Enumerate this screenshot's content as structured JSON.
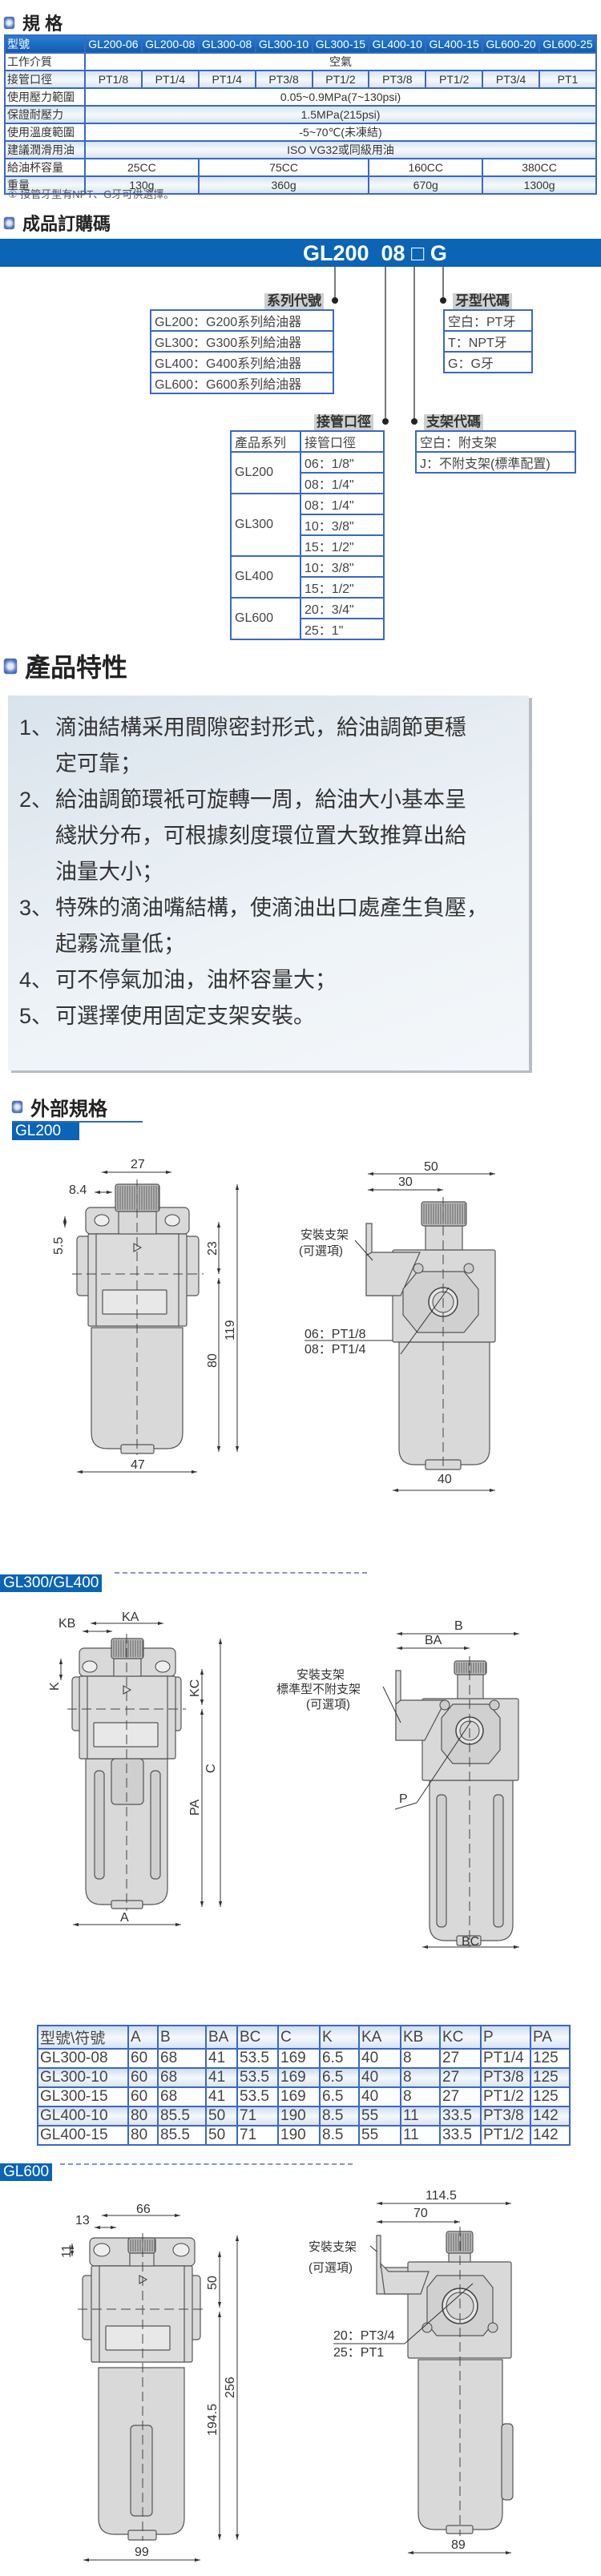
{
  "spec": {
    "title": "規 格",
    "header": [
      "型號",
      "GL200-06",
      "GL200-08",
      "GL300-08",
      "GL300-10",
      "GL300-15",
      "GL400-10",
      "GL400-15",
      "GL600-20",
      "GL600-25"
    ],
    "rows": [
      {
        "label": "工作介質",
        "cells": [
          {
            "text": "空氣",
            "span": 9
          }
        ]
      },
      {
        "label": "接管口徑",
        "cells": [
          {
            "text": "PT1/8",
            "span": 1
          },
          {
            "text": "PT1/4",
            "span": 1
          },
          {
            "text": "PT1/4",
            "span": 1
          },
          {
            "text": "PT3/8",
            "span": 1
          },
          {
            "text": "PT1/2",
            "span": 1
          },
          {
            "text": "PT3/8",
            "span": 1
          },
          {
            "text": "PT1/2",
            "span": 1
          },
          {
            "text": "PT3/4",
            "span": 1
          },
          {
            "text": "PT1",
            "span": 1
          }
        ]
      },
      {
        "label": "使用壓力範圍",
        "cells": [
          {
            "text": "0.05~0.9MPa(7~130psi)",
            "span": 9
          }
        ]
      },
      {
        "label": "保證耐壓力",
        "cells": [
          {
            "text": "1.5MPa(215psi)",
            "span": 9
          }
        ]
      },
      {
        "label": "使用溫度範圍",
        "cells": [
          {
            "text": "-5~70℃(未凍結)",
            "span": 9
          }
        ]
      },
      {
        "label": "建議潤滑用油",
        "cells": [
          {
            "text": "ISO VG32或同級用油",
            "span": 9
          }
        ]
      },
      {
        "label": "給油杯容量",
        "cells": [
          {
            "text": "25CC",
            "span": 2
          },
          {
            "text": "75CC",
            "span": 3
          },
          {
            "text": "160CC",
            "span": 2
          },
          {
            "text": "380CC",
            "span": 2
          }
        ]
      },
      {
        "label": "重量",
        "cells": [
          {
            "text": "130g",
            "span": 2
          },
          {
            "text": "360g",
            "span": 3
          },
          {
            "text": "670g",
            "span": 2
          },
          {
            "text": "1300g",
            "span": 2
          }
        ]
      }
    ],
    "footnote": "① 接管牙型有NPT、G牙可供選擇。"
  },
  "order": {
    "title": "成品訂購碼",
    "code": "GL200  08 □ G",
    "series": {
      "label": "系列代號",
      "items": [
        "GL200：G200系列給油器",
        "GL300：G300系列給油器",
        "GL400：G400系列給油器",
        "GL600：G600系列給油器"
      ]
    },
    "thread": {
      "label": "牙型代碼",
      "items": [
        "空白：PT牙",
        "T：NPT牙",
        "G：G牙"
      ]
    },
    "port": {
      "label": "接管口徑",
      "headers": [
        "產品系列",
        "接管口徑"
      ],
      "groups": [
        {
          "series": "GL200",
          "sizes": [
            "06：1/8\"",
            "08：1/4\""
          ]
        },
        {
          "series": "GL300",
          "sizes": [
            "08：1/4\"",
            "10：3/8\"",
            "15：1/2\""
          ]
        },
        {
          "series": "GL400",
          "sizes": [
            "10：3/8\"",
            "15：1/2\""
          ]
        },
        {
          "series": "GL600",
          "sizes": [
            "20：3/4\"",
            "25：1\""
          ]
        }
      ]
    },
    "bracket": {
      "label": "支架代碼",
      "items": [
        "空白：附支架",
        "J：不附支架(標準配置)"
      ]
    }
  },
  "features": {
    "title": "產品特性",
    "items": [
      {
        "num": "1、",
        "lines": [
          "滴油結構采用間隙密封形式，給油調節更穩",
          "定可靠；"
        ]
      },
      {
        "num": "2、",
        "lines": [
          "給油調節環衹可旋轉一周，給油大小基本呈",
          "綫狀分布，可根據刻度環位置大致推算出給",
          "油量大小；"
        ]
      },
      {
        "num": "3、",
        "lines": [
          "特殊的滴油嘴結構，使滴油出口處產生負壓，",
          "起霧流量低；"
        ]
      },
      {
        "num": "4、",
        "lines": [
          "可不停氣加油，油杯容量大；"
        ]
      },
      {
        "num": "5、",
        "lines": [
          "可選擇使用固定支架安裝。"
        ]
      }
    ]
  },
  "dimensions": {
    "title": "外部規格",
    "gl200": {
      "tab": "GL200",
      "d27": "27",
      "d8_4": "8.4",
      "d5_5": "5.5",
      "d23": "23",
      "d119": "119",
      "d80": "80",
      "d47": "47",
      "d50": "50",
      "d30": "30",
      "d40": "40",
      "bracket": "安裝支架",
      "optional": "(可選項)",
      "port1": "06：PT1/8",
      "port2": "08：PT1/4"
    },
    "gl300": {
      "tab": "GL300/GL400",
      "KA": "KA",
      "KB": "KB",
      "K": "K",
      "KC": "KC",
      "C": "C",
      "PA": "PA",
      "A": "A",
      "B": "B",
      "BA": "BA",
      "BC": "BC",
      "P": "P",
      "bracket": "安裝支架",
      "std": "標準型不附支架",
      "optional": "(可選項)",
      "table": {
        "headers": [
          "型號\\符號",
          "A",
          "B",
          "BA",
          "BC",
          "C",
          "K",
          "KA",
          "KB",
          "KC",
          "P",
          "PA"
        ],
        "rows": [
          [
            "GL300-08",
            "60",
            "68",
            "41",
            "53.5",
            "169",
            "6.5",
            "40",
            "8",
            "27",
            "PT1/4",
            "125"
          ],
          [
            "GL300-10",
            "60",
            "68",
            "41",
            "53.5",
            "169",
            "6.5",
            "40",
            "8",
            "27",
            "PT3/8",
            "125"
          ],
          [
            "GL300-15",
            "60",
            "68",
            "41",
            "53.5",
            "169",
            "6.5",
            "40",
            "8",
            "27",
            "PT1/2",
            "125"
          ],
          [
            "GL400-10",
            "80",
            "85.5",
            "50",
            "71",
            "190",
            "8.5",
            "55",
            "11",
            "33.5",
            "PT3/8",
            "142"
          ],
          [
            "GL400-15",
            "80",
            "85.5",
            "50",
            "71",
            "190",
            "8.5",
            "55",
            "11",
            "33.5",
            "PT1/2",
            "142"
          ]
        ]
      }
    },
    "gl600": {
      "tab": "GL600",
      "d66": "66",
      "d13": "13",
      "d11": "11",
      "d50": "50",
      "d194_5": "194.5",
      "d256": "256",
      "d99": "99",
      "d114_5": "114.5",
      "d70": "70",
      "d89": "89",
      "bracket": "安裝支架",
      "optional": "(可選項)",
      "port1": "20：PT3/4",
      "port2": "25：PT1"
    }
  },
  "colors": {
    "brand_blue": "#0b64b5",
    "table_border": "#3a68c6"
  }
}
